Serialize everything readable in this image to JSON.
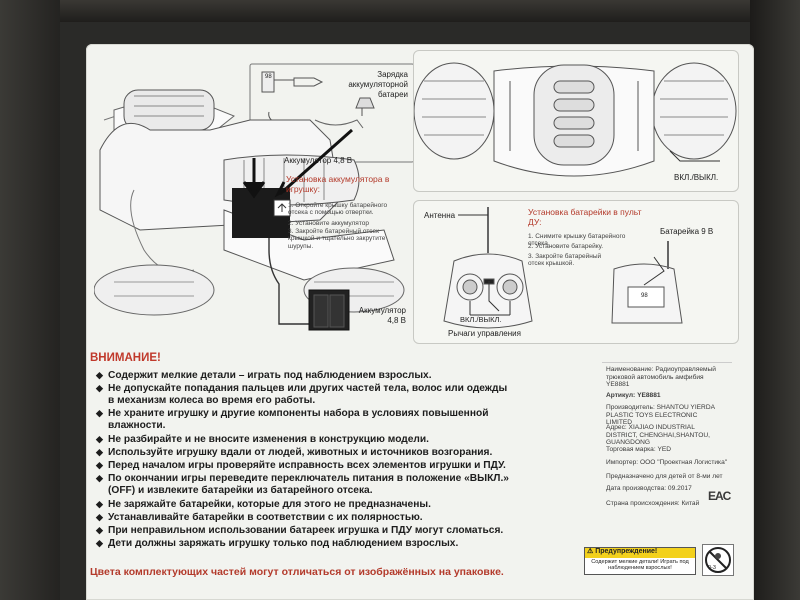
{
  "diagram": {
    "charge_title": "Зарядка аккумуляторной батареи",
    "battery_label_top": "Аккумулятор 4,8 В",
    "battery_label_bottom": "Аккумулятор 4,8 В",
    "battery_number": "98",
    "toy_install_title": "Установка аккумулятора в игрушку:",
    "toy_install_steps": [
      "1. Откройте крышку батарейного отсека с помощью отвертки.",
      "2. Установите аккумулятор",
      "3. Закройте батарейный отсек крышкой и тщательно закрутите шурупы."
    ],
    "on_off_top": "ВКЛ./ВЫКЛ.",
    "antenna_label": "Антенна",
    "remote_install_title": "Установка батарейки в пульт ДУ:",
    "remote_install_steps": [
      "1. Снимите крышку батарейного отсека.",
      "2. Установите батарейку.",
      "3. Закройте батарейный отсек крышкой."
    ],
    "battery_9v": "Батарейка 9 В",
    "on_off_remote": "ВКЛ./ВЫКЛ.",
    "levers_label": "Рычаги управления",
    "battery_9v_number": "98"
  },
  "warning": {
    "title": "ВНИМАНИЕ!",
    "items": [
      "Содержит мелкие детали – играть под наблюдением взрослых.",
      "Не допускайте попадания пальцев или других частей тела, волос или одежды",
      "в механизм колеса во время его работы.",
      "Не храните игрушку и другие компоненты набора в условиях повышенной",
      "влажности.",
      "Не разбирайте и не вносите изменения в конструкцию модели.",
      "Используйте игрушку вдали от людей, животных и источников возгорания.",
      "Перед началом игры проверяйте исправность всех элементов игрушки и ПДУ.",
      "По окончании игры переведите переключатель питания в положение «ВЫКЛ.»",
      "(OFF) и извлеките батарейки из батарейного отсека.",
      "Не заряжайте батарейки, которые для этого не предназначены.",
      "Устанавливайте батарейки в соответствии с их полярностью.",
      "При неправильном использовании батареек игрушка и ПДУ могут сломаться.",
      "Дети должны заряжать игрушку только под наблюдением взрослых."
    ],
    "footer": "Цвета комплектующих частей могут отличаться от изображённых на упаковке."
  },
  "info": {
    "name": "Наименование: Радиоуправляемый трюковой автомобиль амфибия YE8881",
    "article": "Артикул: YE8881",
    "manufacturer": "Производитель: SHANTOU YIERDA PLASTIC TOYS ELECTRONIC LIMITED",
    "address": "Адрес: XIAJIAO INDUSTRIAL DISTRICT, CHENGHAI,SHANTOU, GUANGDONG",
    "brand": "Торговая марка: YED",
    "importer": "Импортер: ООО \"Проектная Логистика\"",
    "age": "Предназначено для детей от 8-ми лет",
    "date": "Дата производства: 09.2017",
    "country": "Страна происхождения: Китай",
    "eac": "EAC"
  },
  "caution": {
    "title": "Предупреждение!",
    "text": "Содержит мелкие детали! Играть под наблюдением взрослых!",
    "age_mark": "0-3"
  }
}
